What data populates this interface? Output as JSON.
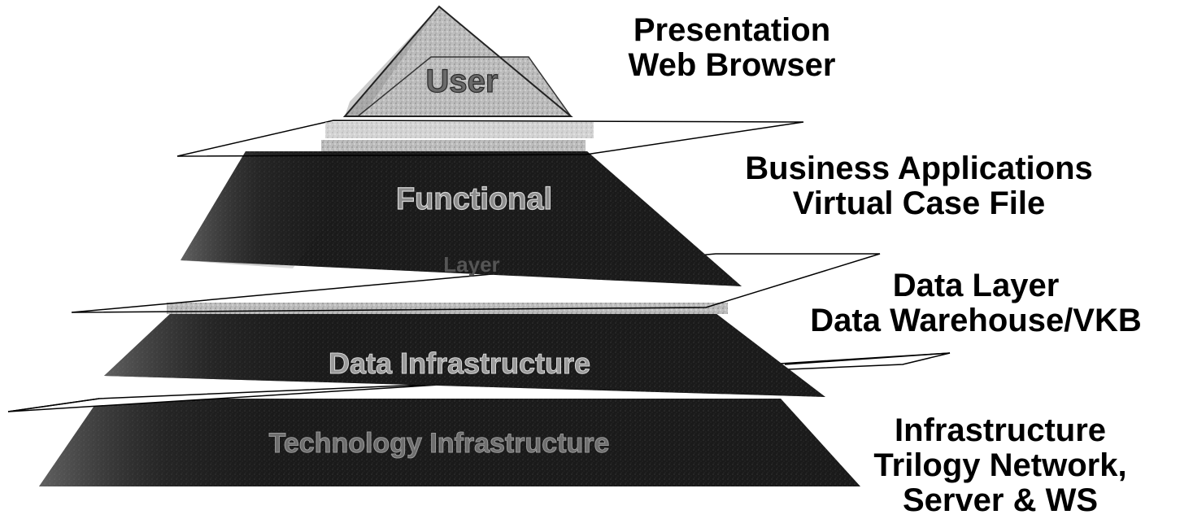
{
  "layers": [
    {
      "id": "user",
      "inner_label": "User",
      "side_lines": [
        "Presentation",
        "Web Browser"
      ]
    },
    {
      "id": "functional",
      "inner_label": "Functional",
      "inner_sublabel": "Layer",
      "side_lines": [
        "Business Applications",
        "Virtual Case File"
      ]
    },
    {
      "id": "data",
      "inner_label": "Data Infrastructure",
      "side_lines": [
        "Data Layer",
        "Data Warehouse/VKB"
      ]
    },
    {
      "id": "infra",
      "inner_label": "Technology Infrastructure",
      "side_lines": [
        "Infrastructure",
        "Trilogy Network,",
        "Server & WS"
      ]
    }
  ],
  "colors": {
    "tier_fill": "#111111",
    "tier_texture": "#8a8a8a",
    "cap_light": "#c8c8c8",
    "plane_stroke": "#000000",
    "plane_fill": "#ffffff",
    "inner_text": "#9a9a9a",
    "label_text": "#000000"
  }
}
